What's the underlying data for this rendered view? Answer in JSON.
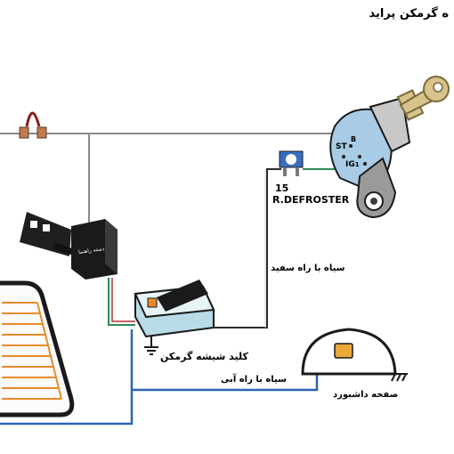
{
  "diagram": {
    "title": "ه گرمکن پراید",
    "ignition_switch": {
      "terminal_st": "ST",
      "terminal_b": "B",
      "terminal_ig": "IG",
      "terminal_ig_sub": "1"
    },
    "fuse": {
      "number": "15",
      "name": "R.DEFROSTER"
    },
    "relay_label": "دسته راهنما",
    "switch_label": "کلید شیشه گرمکن",
    "wire_black_white": "سیاه با راه سفید",
    "wire_black_blue": "سیاه با راه آبی",
    "dashboard_label": "صفحه داشبورد",
    "colors": {
      "wire_gray": "#8a8a8a",
      "wire_blue": "#2b63b5",
      "wire_dark": "#2a2a2a",
      "wire_green": "#2e8b57",
      "heater_grid": "#e88a2a",
      "key": "#d8c48a",
      "switch_cyan": "#b9dbe6",
      "fuse_blue": "#3a6fc0"
    }
  }
}
